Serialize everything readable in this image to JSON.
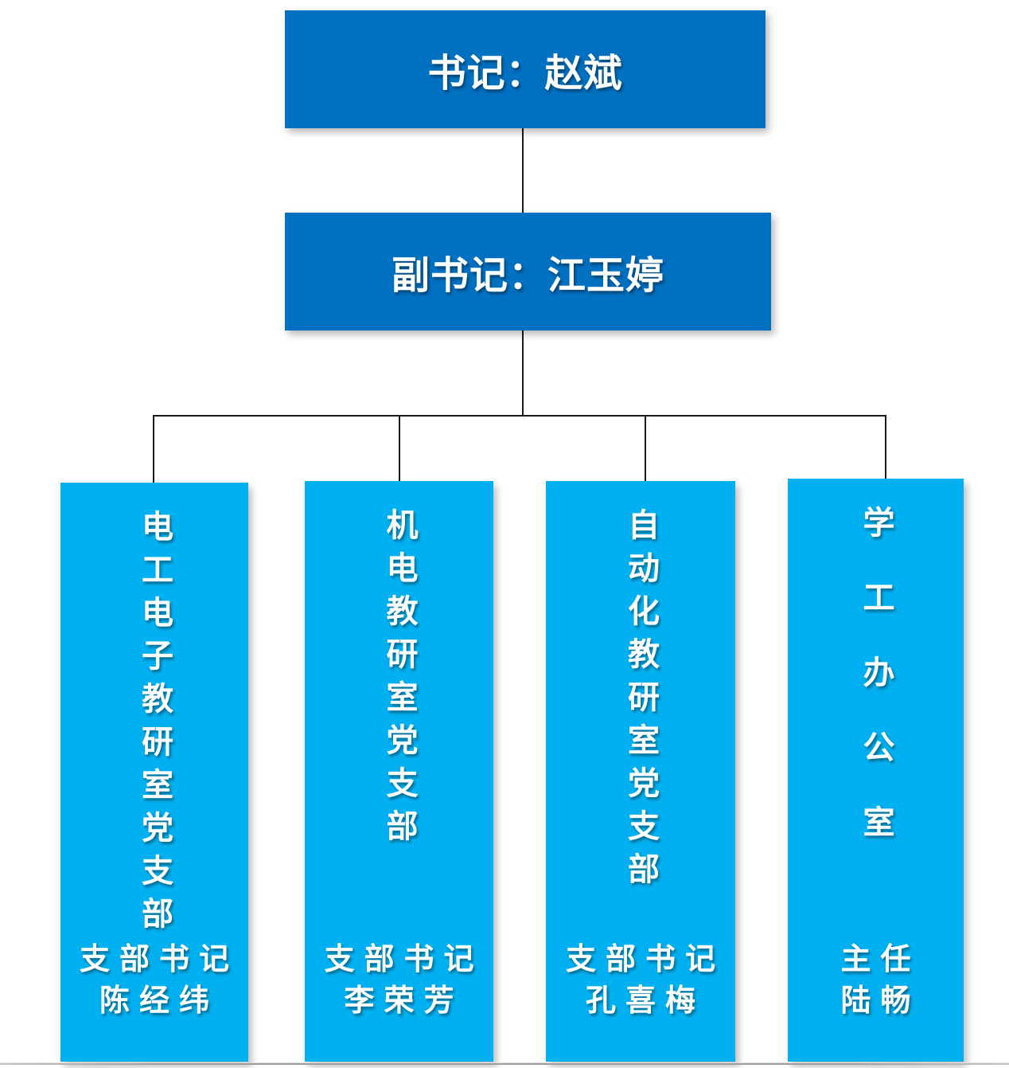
{
  "colors": {
    "primary-blue": "#0070c0",
    "light-blue": "#00b0f0",
    "connector": "#1a1a1a",
    "text-white": "#ffffff"
  },
  "nodes": {
    "secretary": {
      "label": "书记：赵斌"
    },
    "deputy_secretary": {
      "label": "副书记：江玉婷"
    }
  },
  "branches": [
    {
      "title": "电工电子教研室党支部",
      "position": "支部书记",
      "person": "陈经纬"
    },
    {
      "title": "机电教研室党支部",
      "position": "支部书记",
      "person": "李荣芳"
    },
    {
      "title": "自动化教研室党支部",
      "position": "支部书记",
      "person": "孔喜梅"
    },
    {
      "title": "学工办公室",
      "position": "主任",
      "person": "陆畅"
    }
  ]
}
